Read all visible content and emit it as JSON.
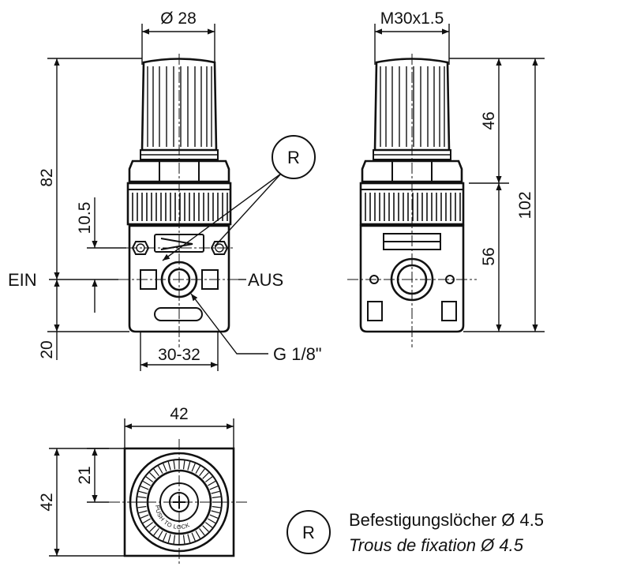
{
  "dimensions": {
    "diam_knob": "Ø 28",
    "thread": "M30x1.5",
    "height_82": "82",
    "height_10_5": "10.5",
    "height_20": "20",
    "width_30_32": "30-32",
    "height_46": "46",
    "height_56": "56",
    "height_102": "102",
    "width_42": "42",
    "height_42": "42",
    "height_21": "21"
  },
  "labels": {
    "inlet": "EIN",
    "outlet": "AUS",
    "port": "G 1/8\"",
    "callout_r": "R",
    "push_to_lock": "PUSH TO LOCK"
  },
  "legend": {
    "symbol": "R",
    "line_de": "Befestigungslöcher Ø 4.5",
    "line_fr": "Trous de fixation Ø 4.5"
  }
}
